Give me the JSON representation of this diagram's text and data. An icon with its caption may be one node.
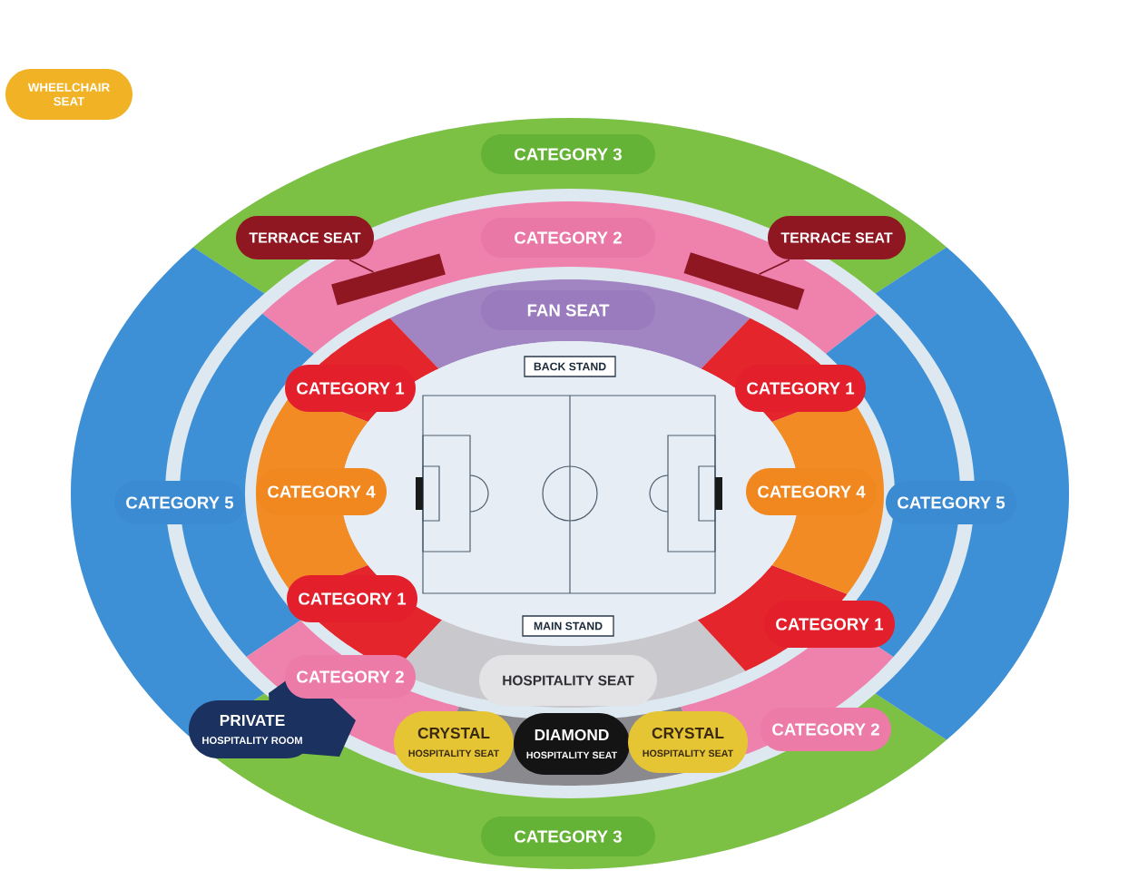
{
  "diagram": {
    "nodes": [
      {
        "text": [
          "WHEELCHAIR SEAT"
        ]
      },
      {
        "text": [
          "CATEGORY 3"
        ]
      },
      {
        "text": [
          "TERRACE SEAT"
        ]
      },
      {
        "text": [
          "CATEGORY 2"
        ]
      },
      {
        "text": [
          "TERRACE SEAT"
        ]
      },
      {
        "text": [
          "FAN SEAT"
        ]
      },
      {
        "text": [
          "BACK STAND"
        ]
      },
      {
        "text": [
          "CATEGORY 1"
        ]
      },
      {
        "text": [
          "CATEGORY 1"
        ]
      },
      {
        "text": [
          "CATEGORY 5"
        ]
      },
      {
        "text": [
          "CATEGORY 4"
        ]
      },
      {
        "text": [
          "CATEGORY 4"
        ]
      },
      {
        "text": [
          "CATEGORY 5"
        ]
      },
      {
        "text": [
          "CATEGORY 1"
        ]
      },
      {
        "text": [
          "MAIN STAND"
        ]
      },
      {
        "text": [
          "CATEGORY 1"
        ]
      },
      {
        "text": [
          "CATEGORY 2"
        ]
      },
      {
        "text": [
          "HOSPITALITY SEAT"
        ]
      },
      {
        "text": [
          "PRIVATE",
          "HOSPITALITY ROOM"
        ]
      },
      {
        "text": [
          "CRYSTAL",
          "HOSPITALITY SEAT"
        ]
      },
      {
        "text": [
          "DIAMOND",
          "HOSPITALITY SEAT"
        ]
      },
      {
        "text": [
          "CRYSTAL",
          "HOSPITALITY SEAT"
        ]
      },
      {
        "text": [
          "CATEGORY 2"
        ]
      },
      {
        "text": [
          "CATEGORY 3"
        ]
      },
      {
        "text": [],
        "shape": "bar"
      },
      {
        "text": [],
        "shape": "bar"
      }
    ],
    "edges": [
      {
        "from": 2,
        "to": 24,
        "arrow": "none"
      },
      {
        "from": 4,
        "to": 25,
        "arrow": "none"
      }
    ]
  }
}
